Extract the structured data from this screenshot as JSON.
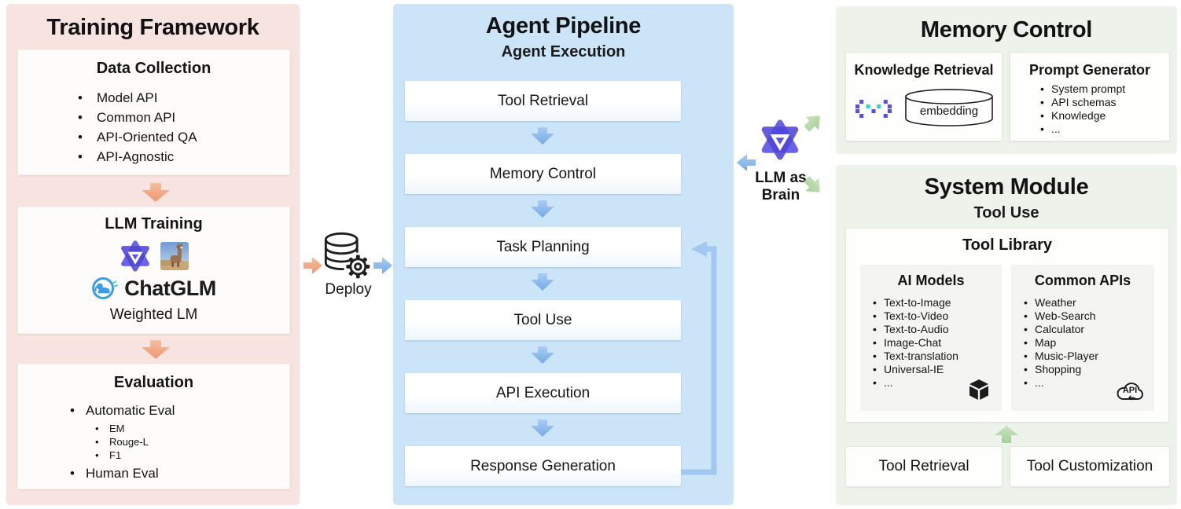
{
  "training_framework": {
    "title": "Training Framework",
    "data_collection": {
      "title": "Data Collection",
      "items": [
        "Model API",
        "Common API",
        "API-Oriented QA",
        "API-Agnostic"
      ]
    },
    "llm_training": {
      "title": "LLM Training",
      "chatglm_wordmark": "ChatGLM",
      "caption": "Weighted LM"
    },
    "evaluation": {
      "title": "Evaluation",
      "automatic_label": "Automatic Eval",
      "sub_items": [
        "EM",
        "Rouge-L",
        "F1"
      ],
      "human_label": "Human Eval"
    }
  },
  "deploy": {
    "label": "Deploy"
  },
  "agent_pipeline": {
    "title": "Agent Pipeline",
    "subtitle": "Agent Execution",
    "stages": [
      "Tool Retrieval",
      "Memory Control",
      "Task Planning",
      "Tool Use",
      "API Execution",
      "Response Generation"
    ]
  },
  "llm_as_brain": {
    "line1": "LLM as",
    "line2": "Brain"
  },
  "memory_control": {
    "title": "Memory Control",
    "knowledge_retrieval": {
      "title": "Knowledge Retrieval",
      "embedding_label": "embedding"
    },
    "prompt_generator": {
      "title": "Prompt Generator",
      "items": [
        "System prompt",
        "API schemas",
        "Knowledge",
        "..."
      ]
    }
  },
  "system_module": {
    "title": "System Module",
    "subtitle": "Tool Use",
    "tool_library": {
      "title": "Tool Library",
      "ai_models": {
        "title": "AI Models",
        "items": [
          "Text-to-Image",
          "Text-to-Video",
          "Text-to-Audio",
          "Image-Chat",
          "Text-translation",
          "Universal-IE",
          "..."
        ]
      },
      "common_apis": {
        "title": "Common APIs",
        "items": [
          "Weather",
          "Web-Search",
          "Calculator",
          "Map",
          "Music-Player",
          "Shopping",
          "..."
        ],
        "api_badge": "API"
      }
    },
    "tool_retrieval_label": "Tool Retrieval",
    "tool_customization_label": "Tool Customization"
  },
  "colors": {
    "training_bg": "#f7e4e1",
    "pipeline_bg": "#cbe4f8",
    "memory_bg": "#edf3eb",
    "orange_arrow": "#f0a181",
    "blue_arrow": "#83b5ec",
    "green_arrow": "#b7d9ac",
    "loop_line": "#a2c8f1"
  }
}
